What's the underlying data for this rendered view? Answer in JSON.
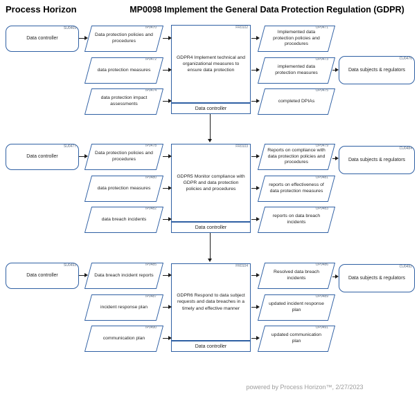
{
  "header": {
    "brand": "Process Horizon",
    "title": "MP0098 Implement the General Data Protection Regulation (GDPR)"
  },
  "footer": {
    "credit": "powered by Process Horizon™, 2/27/2023"
  },
  "colors": {
    "shape_border_blue": "#2e5fa3",
    "arrow_black": "#1a1a1a",
    "footer_gray": "#9c9c9c"
  },
  "rows": [
    {
      "supplier": {
        "code": "SU0469",
        "label": "Data controller"
      },
      "inputs": [
        {
          "code": "IP0470",
          "label": "Data protection policies and procedures"
        },
        {
          "code": "IP0472",
          "label": "data protection measures"
        },
        {
          "code": "IP0474",
          "label": "data protection impact assessments"
        }
      ],
      "function": {
        "code": "FR0102",
        "label": "GDPR4 Implement technical and organizational measures to ensure data protection",
        "role": "Data controller"
      },
      "outputs": [
        {
          "code": "OP0471",
          "label": "Implemented data protection policies and procedures"
        },
        {
          "code": "OP0473",
          "label": "implemented data protection measures"
        },
        {
          "code": "OP0475",
          "label": "completed DPIAs"
        }
      ],
      "customer": {
        "code": "CU0476",
        "label": "Data subjects & regulators"
      }
    },
    {
      "supplier": {
        "code": "SU0477",
        "label": "Data controller"
      },
      "inputs": [
        {
          "code": "IP0478",
          "label": "Data protection policies and procedures"
        },
        {
          "code": "IP0480",
          "label": "data protection measures"
        },
        {
          "code": "IP0482",
          "label": "data breach incidents"
        }
      ],
      "function": {
        "code": "FR0103",
        "label": "GDPR5 Monitor compliance with GDPR and data protection policies and procedures",
        "role": "Data controller"
      },
      "outputs": [
        {
          "code": "OP0479",
          "label": "Reports on compliance with data protection policies and procedures"
        },
        {
          "code": "OP0481",
          "label": "reports on effectiveness of data protection measures"
        },
        {
          "code": "OP0483",
          "label": "reports on data breach incidents"
        }
      ],
      "customer": {
        "code": "CU0484",
        "label": "Data subjects & regulators"
      }
    },
    {
      "supplier": {
        "code": "SU0493",
        "label": "Data controller"
      },
      "inputs": [
        {
          "code": "IP0485",
          "label": "Data breach incident reports"
        },
        {
          "code": "IP0487",
          "label": "incident response plan"
        },
        {
          "code": "IP0490",
          "label": "communication plan"
        }
      ],
      "function": {
        "code": "FR0104",
        "label": "GDPR6 Respond to data subject requests and data breaches in a timely and effective manner",
        "role": "Data controller"
      },
      "outputs": [
        {
          "code": "OP0486",
          "label": "Resolved data breach incidents"
        },
        {
          "code": "OP0489",
          "label": "updated incident response plan"
        },
        {
          "code": "OP0491",
          "label": "updated communication plan"
        }
      ],
      "customer": {
        "code": "CU0492",
        "label": "Data subjects & regulators"
      }
    }
  ]
}
